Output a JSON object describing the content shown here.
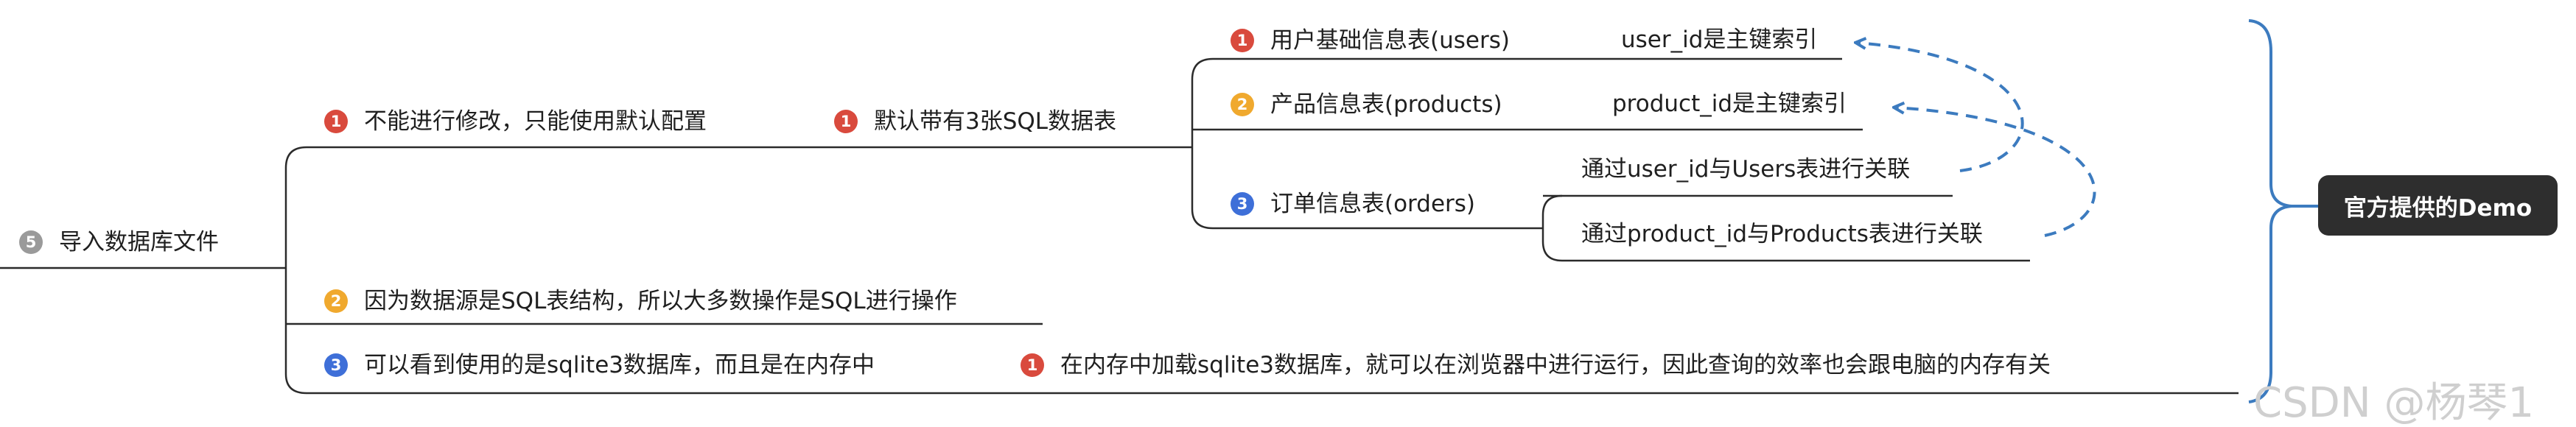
{
  "root": {
    "badge": "5",
    "label": "导入数据库文件",
    "badge_color": "#9a9a9a"
  },
  "branches": [
    {
      "badge": "1",
      "label": "不能进行修改，只能使用默认配置",
      "badge_color": "#d94a3d"
    },
    {
      "badge": "2",
      "label": "因为数据源是SQL表结构，所以大多数操作是SQL进行操作",
      "badge_color": "#f0a92e"
    },
    {
      "badge": "3",
      "label": "可以看到使用的是sqlite3数据库，而且是在内存中",
      "badge_color": "#3e6fd8"
    }
  ],
  "sql_node": {
    "badge": "1",
    "label": "默认带有3张SQL数据表",
    "badge_color": "#d94a3d"
  },
  "tables": [
    {
      "badge": "1",
      "label": "用户基础信息表(users)",
      "badge_color": "#d94a3d"
    },
    {
      "badge": "2",
      "label": "产品信息表(products)",
      "badge_color": "#f0a92e"
    },
    {
      "badge": "3",
      "label": "订单信息表(orders)",
      "badge_color": "#3e6fd8"
    }
  ],
  "notes": {
    "users_key": "user_id是主键索引",
    "products_key": "product_id是主键索引",
    "orders_users": "通过user_id与Users表进行关联",
    "orders_products": "通过product_id与Products表进行关联"
  },
  "memory_node": {
    "badge": "1",
    "label": "在内存中加载sqlite3数据库，就可以在浏览器中进行运行，因此查询的效率也会跟电脑的内存有关",
    "badge_color": "#d94a3d"
  },
  "summary": {
    "label": "官方提供的Demo"
  },
  "watermark": "CSDN @杨琴1",
  "colors": {
    "line": "#2b2b2b",
    "bracket": "#3c7bbf",
    "relation_arrow": "#3c7bbf"
  }
}
